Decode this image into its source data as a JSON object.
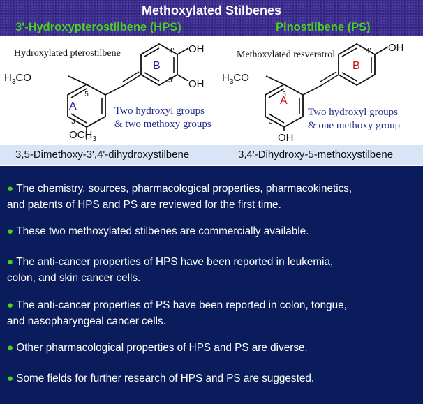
{
  "header": {
    "title": "Methoxylated Stilbenes",
    "left_compound": "3'-Hydroxypterostilbene (HPS)",
    "right_compound": "Pinostilbene (PS)"
  },
  "left_structure": {
    "description": "Hydroxylated pterostilbene",
    "substituents": {
      "top_left": "H3CO",
      "top_right_1": "OH",
      "top_right_2": "OH",
      "bottom": "OCH3"
    },
    "positions": {
      "p5": "5",
      "p3": "3",
      "p4p": "4'",
      "p3p": "3'"
    },
    "rings": {
      "a": "A",
      "b": "B"
    },
    "note_line1": "Two hydroxyl groups",
    "note_line2": "& two methoxy groups"
  },
  "right_structure": {
    "description": "Methoxylated resveratrol",
    "substituents": {
      "top_left": "H3CO",
      "top_right": "OH",
      "bottom": "OH"
    },
    "positions": {
      "p5": "5",
      "p3": "3",
      "p4p": "4'"
    },
    "rings": {
      "a": "A",
      "b": "B"
    },
    "note_line1": "Two hydroxyl groups",
    "note_line2": "& one methoxy group"
  },
  "captions": {
    "left": "3,5-Dimethoxy-3',4'-dihydroxystilbene",
    "right": "3,4'-Dihydroxy-5-methoxystilbene"
  },
  "colors": {
    "ring_a": "#cc1010",
    "ring_b_left": "#1a1aa0",
    "ring_b_right": "#cc1010",
    "note_text": "#22308a",
    "bullet_marker": "#4cd11f",
    "panel_bg": "#0b1c5c"
  },
  "bullets": [
    {
      "line1": "The chemistry, sources, pharmacological properties, pharmacokinetics,",
      "line2": "and patents of HPS and PS are reviewed for the first time."
    },
    {
      "line1": "These two methoxylated stilbenes are commercially available.",
      "line2": ""
    },
    {
      "line1": "The anti-cancer properties of HPS have been reported in leukemia,",
      "line2": "colon, and skin cancer cells."
    },
    {
      "line1": "The anti-cancer properties of PS have been reported in colon, tongue,",
      "line2": "and nasopharyngeal cancer cells."
    },
    {
      "line1": "Other pharmacological properties of HPS and PS are diverse.",
      "line2": ""
    },
    {
      "line1": "Some fields for further research of HPS and PS are suggested.",
      "line2": ""
    }
  ]
}
